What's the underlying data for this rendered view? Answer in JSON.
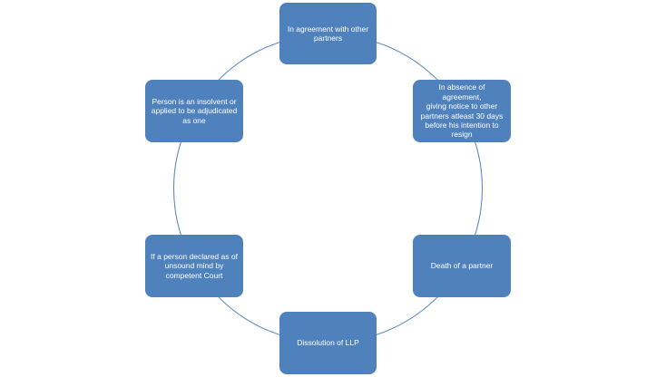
{
  "diagram": {
    "type": "cycle",
    "nodes": [
      {
        "id": "n1",
        "text": "In agreement  with other\npartners"
      },
      {
        "id": "n2",
        "text": "In absence  of agreement,\ngiving notice to other\npartners  atleast  30 days\nbefore his intention to\nresign"
      },
      {
        "id": "n3",
        "text": "Death  of a partner"
      },
      {
        "id": "n4",
        "text": "Dissolution of LLP"
      },
      {
        "id": "n5",
        "text": "If a  person declared  as  of\nunsound mind by\ncompetent  Court"
      },
      {
        "id": "n6",
        "text": "Person is an insolvent or\napplied to be adjudicated\nas one"
      }
    ],
    "colors": {
      "node_fill": "#4f81bd",
      "node_text": "#ffffff",
      "ring_stroke": "#4f81bd"
    }
  }
}
